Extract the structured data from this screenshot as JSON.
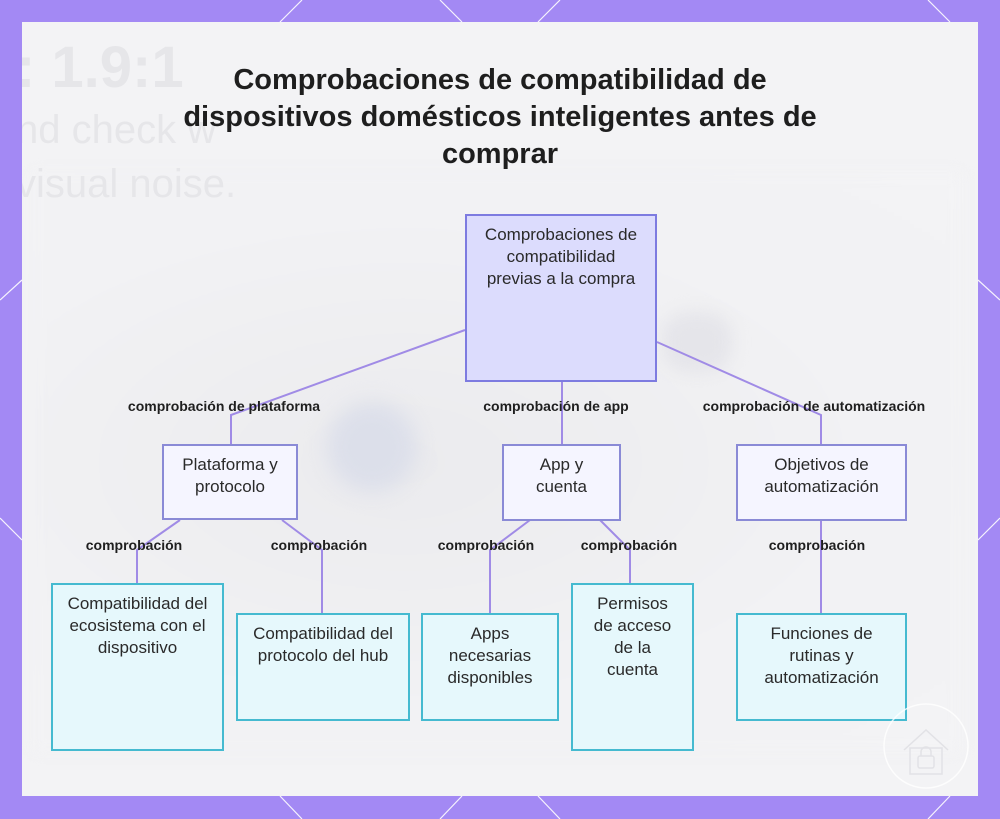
{
  "title": "Comprobaciones de compatibilidad de dispositivos domésticos inteligentes antes de comprar",
  "background_text": {
    "line1": ": 1.9:1",
    "line2": "nd check w",
    "line3": "visual noise."
  },
  "root": {
    "label": "Comprobaciones de compatibilidad previas a la compra"
  },
  "branches": [
    {
      "edge_label": "comprobación de plataforma",
      "label": "Plataforma y protocolo",
      "children": [
        {
          "edge_label": "comprobación",
          "label": "Compatibilidad del ecosistema con el dispositivo"
        },
        {
          "edge_label": "comprobación",
          "label": "Compatibilidad del protocolo del hub"
        }
      ]
    },
    {
      "edge_label": "comprobación de app",
      "label": "App y cuenta",
      "children": [
        {
          "edge_label": "comprobación",
          "label": "Apps necesarias disponibles"
        },
        {
          "edge_label": "comprobación",
          "label": "Permisos de acceso de la cuenta"
        }
      ]
    },
    {
      "edge_label": "comprobación de automatización",
      "label": "Objetivos de automatización",
      "children": [
        {
          "edge_label": "comprobación",
          "label": "Funciones de rutinas y automatización"
        }
      ]
    }
  ],
  "colors": {
    "frame": "#a389f4",
    "root_fill": "#dcdcfd",
    "root_border": "#7d7be0",
    "mid_fill": "#f5f5ff",
    "mid_border": "#8a8ad6",
    "leaf_fill": "#e6f8fc",
    "leaf_border": "#45bad0",
    "connector": "#a08be6"
  },
  "icons": {
    "watermark": "house-lock-icon"
  }
}
